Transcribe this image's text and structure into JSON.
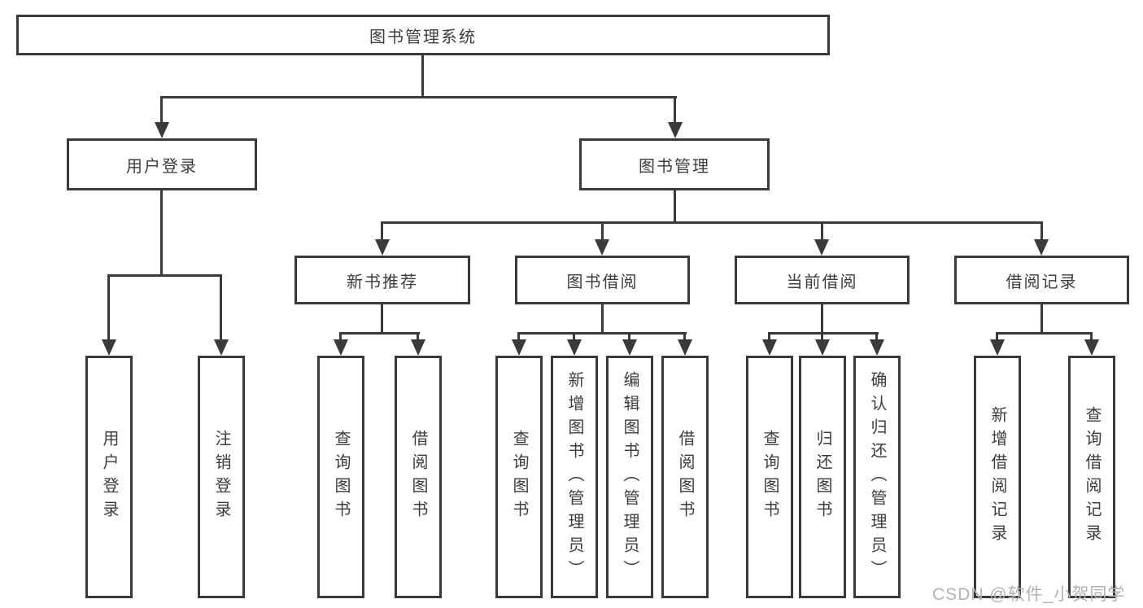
{
  "colors": {
    "line": "#3a3a3a",
    "text": "#3d3d3d",
    "bg": "#ffffff",
    "boxbg": "#ffffff",
    "watermark": "#b3b3b3"
  },
  "watermark": "CSDN @软件_小贺同学",
  "tree": {
    "root": "图书管理系统",
    "user_login": {
      "label": "用户登录",
      "children": [
        "用户登录",
        "注销登录"
      ]
    },
    "book_mgmt": {
      "label": "图书管理",
      "sections": [
        {
          "label": "新书推荐",
          "children": [
            "查询图书",
            "借阅图书"
          ]
        },
        {
          "label": "图书借阅",
          "children": [
            "查询图书",
            "新增图书（管理员）",
            "编辑图书（管理员）",
            "借阅图书"
          ]
        },
        {
          "label": "当前借阅",
          "children": [
            "查询图书",
            "归还图书",
            "确认归还（管理员）"
          ]
        },
        {
          "label": "借阅记录",
          "children": [
            "新增借阅记录",
            "查询借阅记录"
          ]
        }
      ]
    }
  }
}
